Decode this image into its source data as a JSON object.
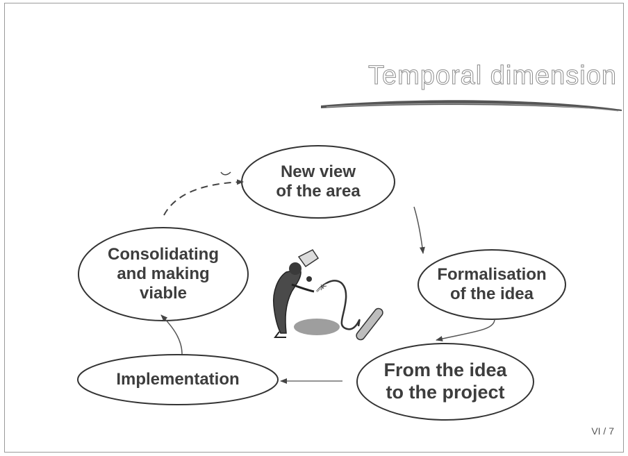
{
  "slide": {
    "title": "Temporal dimension",
    "page_number": "VI / 7"
  },
  "nodes": [
    {
      "id": "new-view",
      "label": "New view\nof the area"
    },
    {
      "id": "formalisation",
      "label": "Formalisation\nof the idea"
    },
    {
      "id": "idea-to-project",
      "label": "From the idea\nto the project"
    },
    {
      "id": "implementation",
      "label": "Implementation"
    },
    {
      "id": "consolidating",
      "label": "Consolidating\nand making\nviable"
    }
  ],
  "edges": [
    {
      "from": "new-view",
      "to": "formalisation",
      "style": "solid"
    },
    {
      "from": "formalisation",
      "to": "idea-to-project",
      "style": "solid"
    },
    {
      "from": "idea-to-project",
      "to": "implementation",
      "style": "solid"
    },
    {
      "from": "implementation",
      "to": "consolidating",
      "style": "solid"
    },
    {
      "from": "consolidating",
      "to": "new-view",
      "style": "dashed"
    }
  ],
  "illustration": {
    "icon": "person-vacuuming-icon"
  },
  "colors": {
    "outline": "#333333",
    "text": "#3d3d3d",
    "title_outline": "#8c8c8c"
  }
}
